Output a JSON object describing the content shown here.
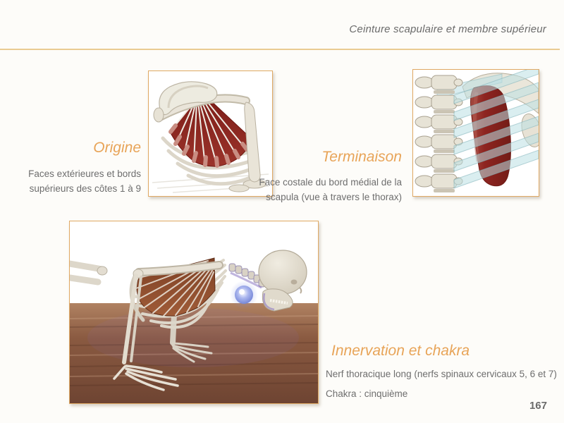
{
  "page": {
    "header": "Ceinture scapulaire et membre supérieur",
    "page_number": "167"
  },
  "sections": {
    "origine": {
      "heading": "Origine",
      "body": "Faces extérieures et bords supérieurs des côtes 1 à 9"
    },
    "terminaison": {
      "heading": "Terminaison",
      "body": "Face costale du bord médial de la scapula (vue à travers le thorax)"
    },
    "innervation": {
      "heading": "Innervation et chakra",
      "nerve": "Nerf thoracique long (nerfs spinaux cervicaux 5, 6 et 7)",
      "chakra": "Chakra : cinquième"
    }
  },
  "figures": {
    "origin": "rib-cage-with-serratus-anterior-origin-digitations",
    "termination": "serratus-insertion-medial-border-of-scapula-through-thorax",
    "pose": "skeleton-plank-pose-with-serratus-and-fifth-chakra-orb"
  },
  "colors": {
    "accent_orange": "#e8a458",
    "rule_gold": "#eacb92",
    "text_gray": "#6e6e6e",
    "figure_border": "#e0a964",
    "muscle_red": "#8e2420",
    "muscle_brown": "#8d4a2e",
    "floor_brown": "#7c4a33",
    "chakra_blue": "#7f8fd4"
  }
}
